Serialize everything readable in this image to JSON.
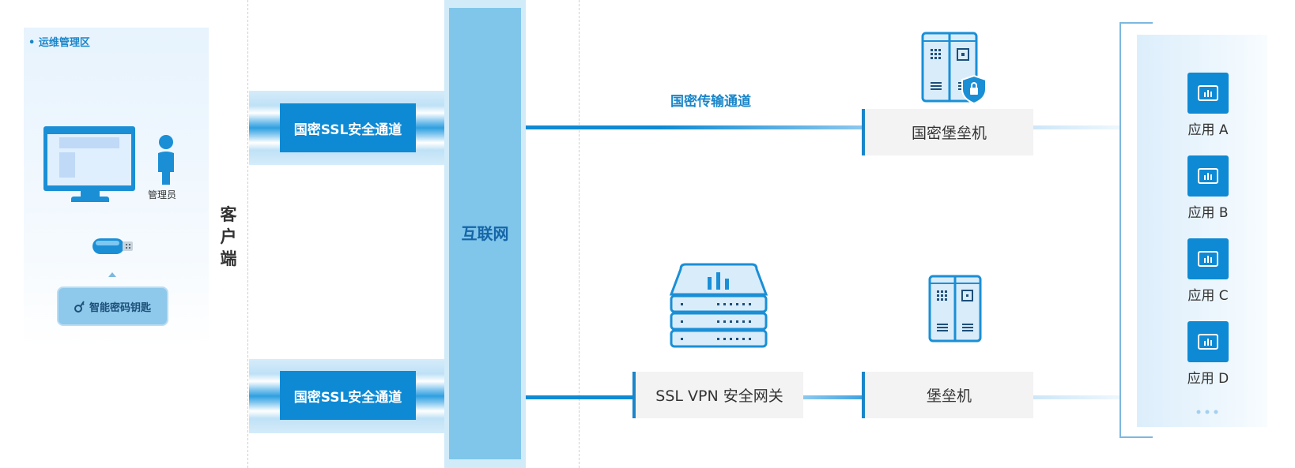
{
  "mgmt_area": {
    "title": "• 运维管理区",
    "admin_label": "管理员",
    "key_label": "智能密码钥匙"
  },
  "client_label": "客户端",
  "tunnels": {
    "top_label": "国密SSL安全通道",
    "bottom_label": "国密SSL安全通道"
  },
  "internet_label": "互联网",
  "channel_label": "国密传输通道",
  "nodes": {
    "gm_bastion": "国密堡垒机",
    "ssl_vpn": "SSL VPN 安全网关",
    "bastion": "堡垒机"
  },
  "apps": [
    {
      "label": "应用 A"
    },
    {
      "label": "应用 B"
    },
    {
      "label": "应用 C"
    },
    {
      "label": "应用 D"
    }
  ],
  "colors": {
    "accent": "#0e8ad4",
    "light_blue": "#80c6ea",
    "label_blue": "#1a86c9"
  }
}
